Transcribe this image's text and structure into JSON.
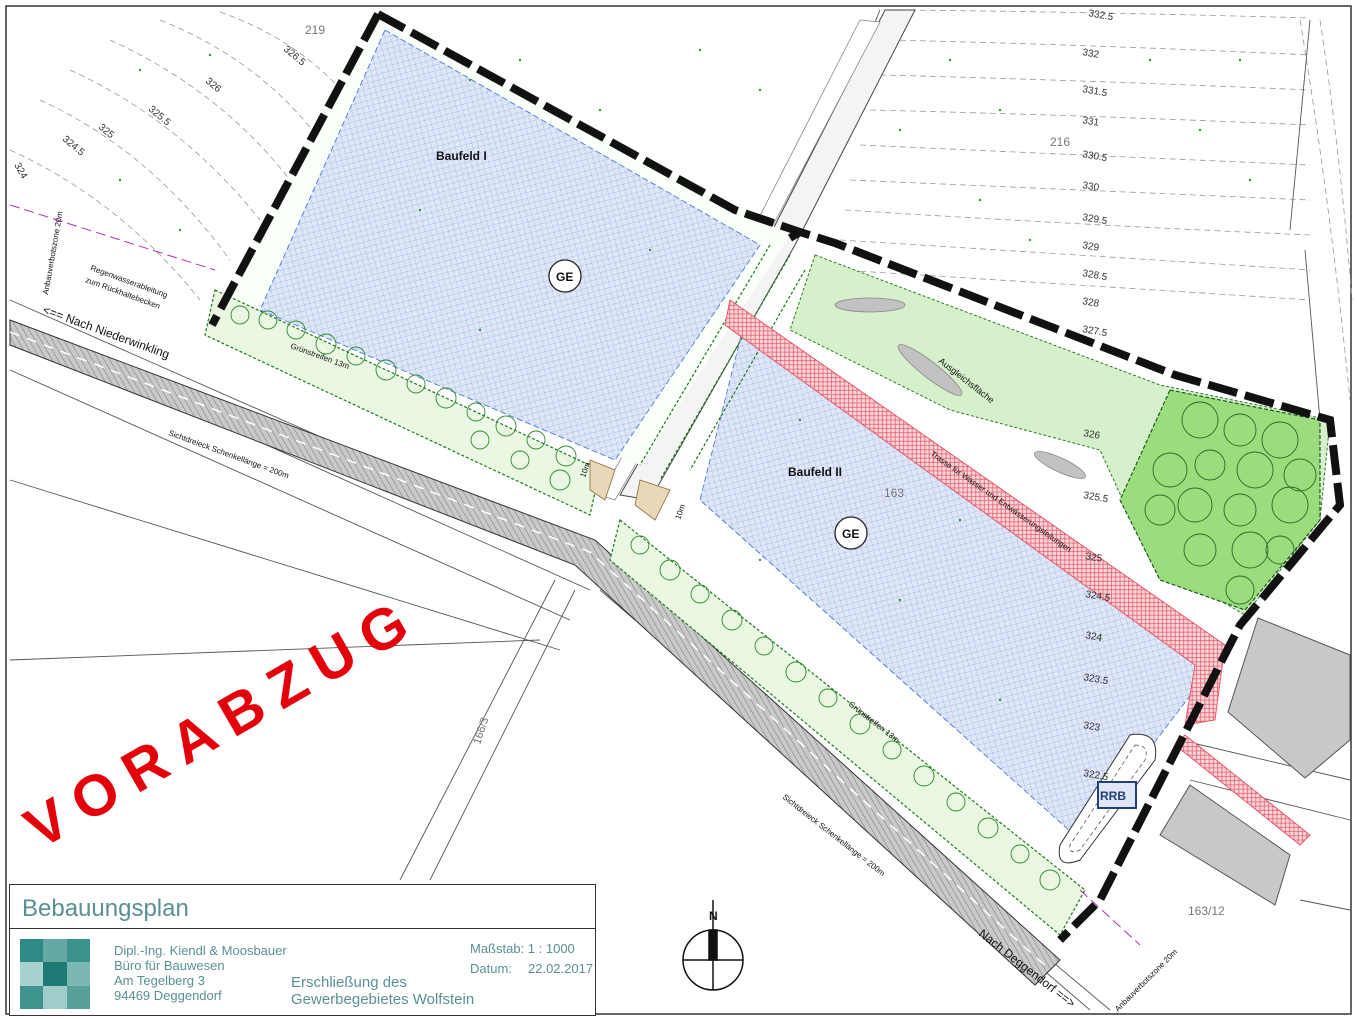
{
  "plan_labels": {
    "baufeld_1": "Baufeld I",
    "baufeld_2": "Baufeld II",
    "ge_1": "GE",
    "ge_2": "GE",
    "parcel_219": "219",
    "parcel_216": "216",
    "parcel_163": "163",
    "parcel_163_12": "163/12",
    "parcel_1663": "166/3",
    "rrb": "RRB",
    "nach_niederwinkling": "<== Nach Niederwinkling",
    "nach_deggendorf": "Nach Deggendorf ==>",
    "regenwasser": "Regenwasserableitung",
    "regenwasser_2": "zum Rückhaltebecken",
    "sichtdreieck_1": "Sichtdreieck Schenkellänge = 200m",
    "sichtdreieck_2": "Sichtdreieck Schenkellänge = 200m",
    "anbauverbot_1": "Anbauverbotszone 20m",
    "anbauverbot_2": "Anbauverbotszone 20m",
    "ausgleichsflaeche": "Ausgleichsfläche",
    "gruenstreifen_1": "Grünstreifen 13m",
    "gruenstreifen_2": "Grünstreifen 13m",
    "trasse": "Trasse für Wasser und Entwässerungsleitungen",
    "dim_1": "10m",
    "dim_2": "10m",
    "vorabzug": "VORABZUG",
    "north": "N"
  },
  "contours": {
    "left": [
      "324",
      "324.5",
      "325",
      "325.5",
      "326",
      "326.5"
    ],
    "right_top": [
      "332.5",
      "332",
      "331.5",
      "331",
      "330.5",
      "330",
      "329.5",
      "329",
      "328.5",
      "328",
      "327.5"
    ],
    "right_bottom": [
      "326",
      "325.5",
      "325",
      "324.5",
      "324",
      "323.5",
      "323",
      "322.5"
    ]
  },
  "title_block": {
    "title": "Bebauungsplan",
    "office_line1": "Dipl.-Ing. Kiendl & Moosbauer",
    "office_line2": "Büro für Bauwesen",
    "office_line3": "Am Tegelberg 3",
    "office_line4": "94469 Deggendorf",
    "project_line1": "Erschließung des",
    "project_line2": "Gewerbegebietes Wolfstein",
    "scale_label": "Maßstab: 1 : 1000",
    "date_label": "Datum:",
    "date_value": "22.02.2017"
  },
  "colors": {
    "baufeld_fill": "#dfe6f7",
    "green_area": "#d6f0cc",
    "forest": "#9bdc7d",
    "boundary": "#111111",
    "vorabzug": "#e3000b",
    "title_text": "#5a8f93",
    "trasse": "#f4a3ad",
    "road": "#8d8d8d"
  },
  "logo_colors": [
    "#2f8a85",
    "#66a9a4",
    "#3b918c",
    "#a8d2cf",
    "#1f7a76",
    "#7bb8b4",
    "#3e938e",
    "#9fcdca",
    "#569f9a"
  ]
}
